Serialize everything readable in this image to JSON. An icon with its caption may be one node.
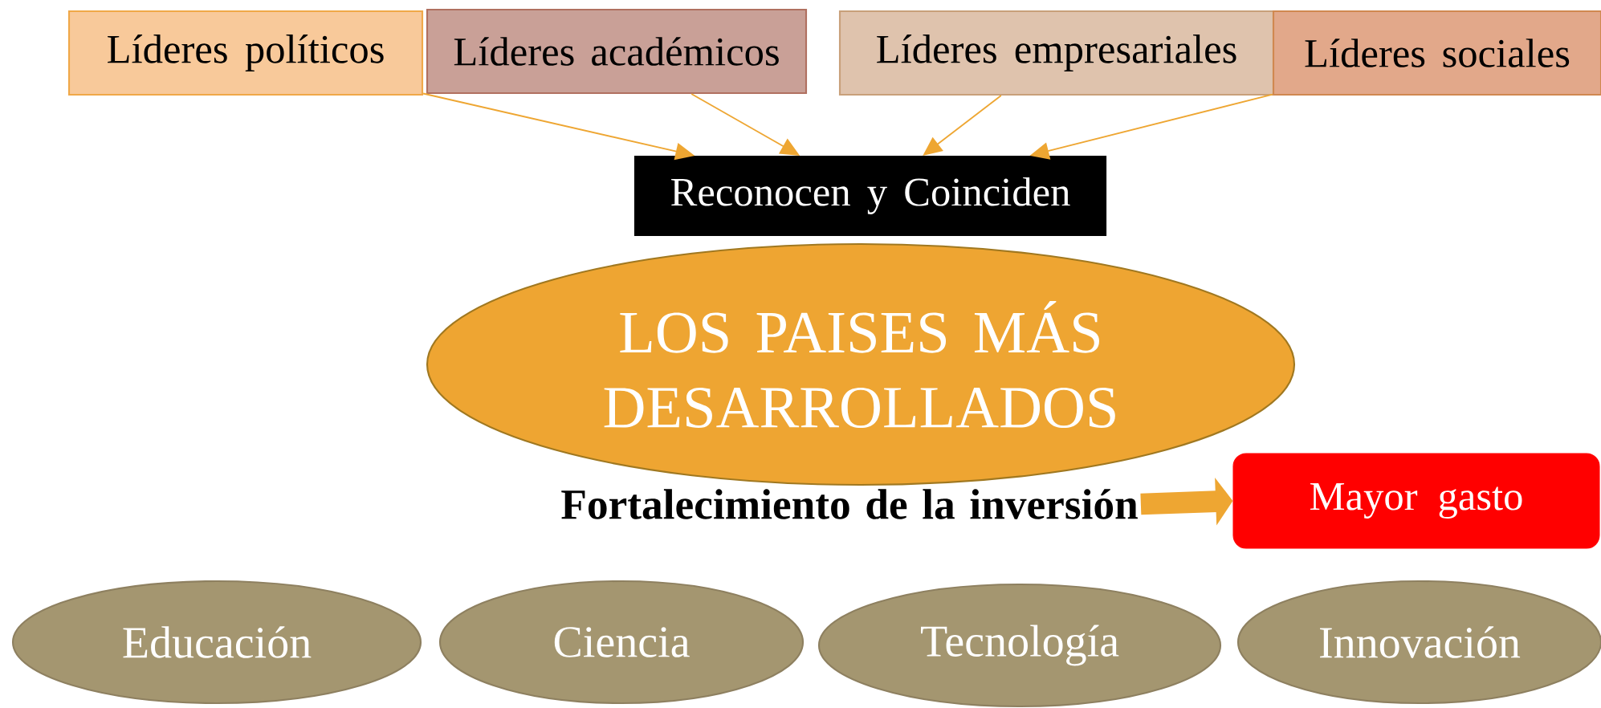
{
  "diagram": {
    "nodes": [
      {
        "text": [
          "Líderes políticos"
        ]
      },
      {
        "text": [
          "Líderes académicos"
        ]
      },
      {
        "text": [
          "Líderes empresariales"
        ]
      },
      {
        "text": [
          "Líderes sociales"
        ]
      },
      {
        "text": [
          "Reconocen y Coinciden"
        ]
      },
      {
        "text": [
          "LOS PAISES MÁS DESARROLLADOS"
        ]
      },
      {
        "text": [
          "Fortalecimiento de la inversión"
        ]
      },
      {
        "text": [
          "Mayor gasto"
        ]
      },
      {
        "text": [
          "Educación"
        ]
      },
      {
        "text": [
          "Ciencia"
        ]
      },
      {
        "text": [
          "Tecnología"
        ]
      },
      {
        "text": [
          "Innovación"
        ]
      }
    ],
    "edges": [
      {
        "from": 0,
        "to": 4,
        "arrow": "to"
      },
      {
        "from": 1,
        "to": 4,
        "arrow": "to"
      },
      {
        "from": 2,
        "to": 4,
        "arrow": "to"
      },
      {
        "from": 3,
        "to": 4,
        "arrow": "to"
      },
      {
        "from": 6,
        "to": 7,
        "arrow": "to",
        "style": "thick"
      }
    ]
  }
}
